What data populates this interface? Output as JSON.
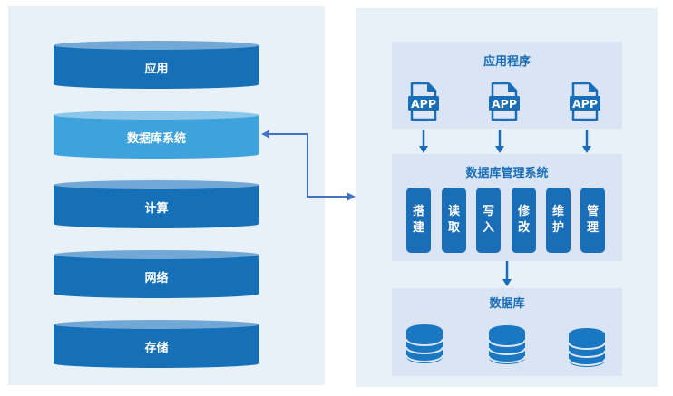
{
  "left_stack": {
    "layers": [
      {
        "label": "应用",
        "highlighted": false
      },
      {
        "label": "数据库系统",
        "highlighted": true
      },
      {
        "label": "计算",
        "highlighted": false
      },
      {
        "label": "网络",
        "highlighted": false
      },
      {
        "label": "存储",
        "highlighted": false
      }
    ]
  },
  "right_detail": {
    "applications": {
      "title": "应用程序",
      "icons": [
        {
          "icon": "app-file-icon",
          "text": "APP"
        },
        {
          "icon": "app-file-icon",
          "text": "APP"
        },
        {
          "icon": "app-file-icon",
          "text": "APP"
        }
      ]
    },
    "dbms": {
      "title": "数据库管理系统",
      "functions": [
        {
          "line1": "搭",
          "line2": "建"
        },
        {
          "line1": "读",
          "line2": "取"
        },
        {
          "line1": "写",
          "line2": "入"
        },
        {
          "line1": "修",
          "line2": "改"
        },
        {
          "line1": "维",
          "line2": "护"
        },
        {
          "line1": "管",
          "line2": "理"
        }
      ]
    },
    "database": {
      "title": "数据库",
      "icons": [
        "database-icon",
        "database-icon",
        "database-icon"
      ]
    }
  },
  "colors": {
    "panel_bg": "#e8f0f8",
    "box_bg": "#d9e4f4",
    "primary": "#1a6eb8",
    "cylinder_body": "#1570b8",
    "cylinder_top": "#72a8d5",
    "highlight_body": "#3ea2dc",
    "highlight_top": "#8cc6ea",
    "connector": "#4472c4"
  }
}
